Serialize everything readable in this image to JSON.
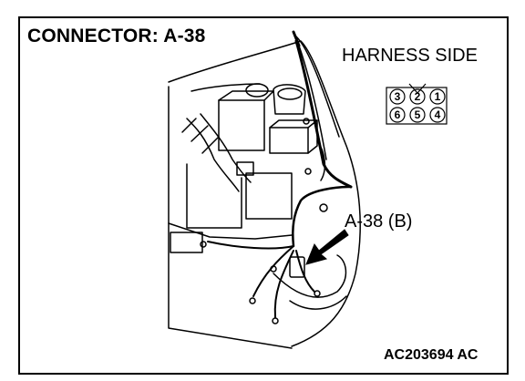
{
  "header": {
    "title": "CONNECTOR: A-38"
  },
  "connector": {
    "side_label": "HARNESS SIDE",
    "pins_top": [
      "3",
      "2",
      "1"
    ],
    "pins_bottom": [
      "6",
      "5",
      "4"
    ]
  },
  "callout": {
    "label": "A-38 (B)"
  },
  "footer": {
    "code": "AC203694 AC"
  },
  "colors": {
    "line": "#000000",
    "background": "#ffffff"
  },
  "icons": {
    "pointer": "arrow-icon"
  }
}
